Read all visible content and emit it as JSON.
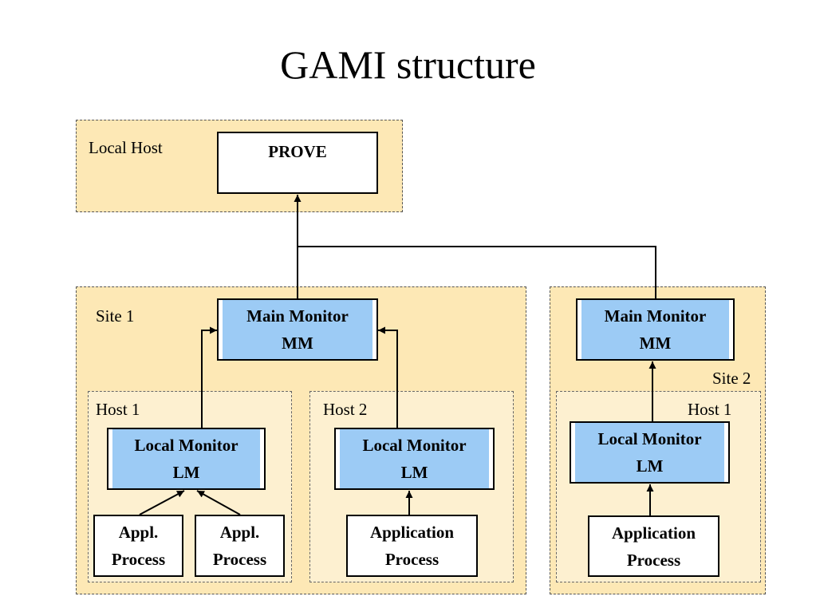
{
  "title": "GAMI structure",
  "local_host": {
    "label": "Local Host",
    "prove": "PROVE"
  },
  "site1": {
    "label": "Site 1",
    "mm": {
      "line1": "Main Monitor",
      "line2": "MM"
    },
    "host1": {
      "label": "Host 1",
      "lm": {
        "line1": "Local Monitor",
        "line2": "LM"
      },
      "procs": [
        {
          "line1": "Appl.",
          "line2": "Process"
        },
        {
          "line1": "Appl.",
          "line2": "Process"
        }
      ]
    },
    "host2": {
      "label": "Host 2",
      "lm": {
        "line1": "Local Monitor",
        "line2": "LM"
      },
      "proc": {
        "line1": "Application",
        "line2": "Process"
      }
    }
  },
  "site2": {
    "label": "Site 2",
    "mm": {
      "line1": "Main Monitor",
      "line2": "MM"
    },
    "host1": {
      "label": "Host 1",
      "lm": {
        "line1": "Local Monitor",
        "line2": "LM"
      },
      "proc": {
        "line1": "Application",
        "line2": "Process"
      }
    }
  },
  "colors": {
    "region_fill": "#fde8b5",
    "host_fill": "#fdf0d0",
    "monitor_fill": "#9ccbf5"
  }
}
